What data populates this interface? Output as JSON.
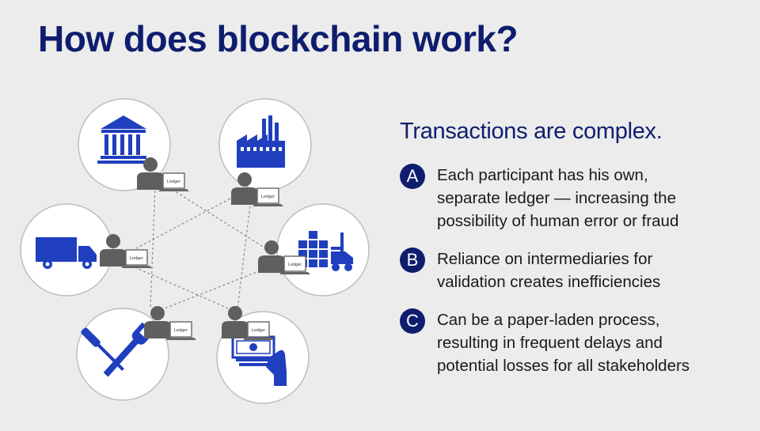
{
  "title": "How does blockchain work?",
  "subtitle": "Transactions are complex.",
  "points": [
    {
      "letter": "A",
      "lines": [
        "Each participant has his own,",
        "separate ledger — increasing the",
        "possibility of human error or fraud"
      ]
    },
    {
      "letter": "B",
      "lines": [
        "Reliance on intermediaries for",
        "validation creates inefficiencies"
      ]
    },
    {
      "letter": "C",
      "lines": [
        "Can be a paper-laden process,",
        "resulting in frequent delays and",
        "potential losses for all stakeholders"
      ]
    }
  ],
  "laptop_label": "Ledger",
  "participants": [
    {
      "name": "bank",
      "icon": "bank-icon"
    },
    {
      "name": "factory",
      "icon": "factory-icon"
    },
    {
      "name": "truck",
      "icon": "delivery-truck-icon"
    },
    {
      "name": "warehouse",
      "icon": "forklift-boxes-icon"
    },
    {
      "name": "tools",
      "icon": "wrench-screwdriver-icon"
    },
    {
      "name": "payment",
      "icon": "cash-in-hand-icon"
    }
  ],
  "colors": {
    "title": "#0f1d6e",
    "icon_blue": "#1f3fbf",
    "person": "#5f5f5f",
    "line": "#8a8a8a",
    "background": "#ececec"
  }
}
